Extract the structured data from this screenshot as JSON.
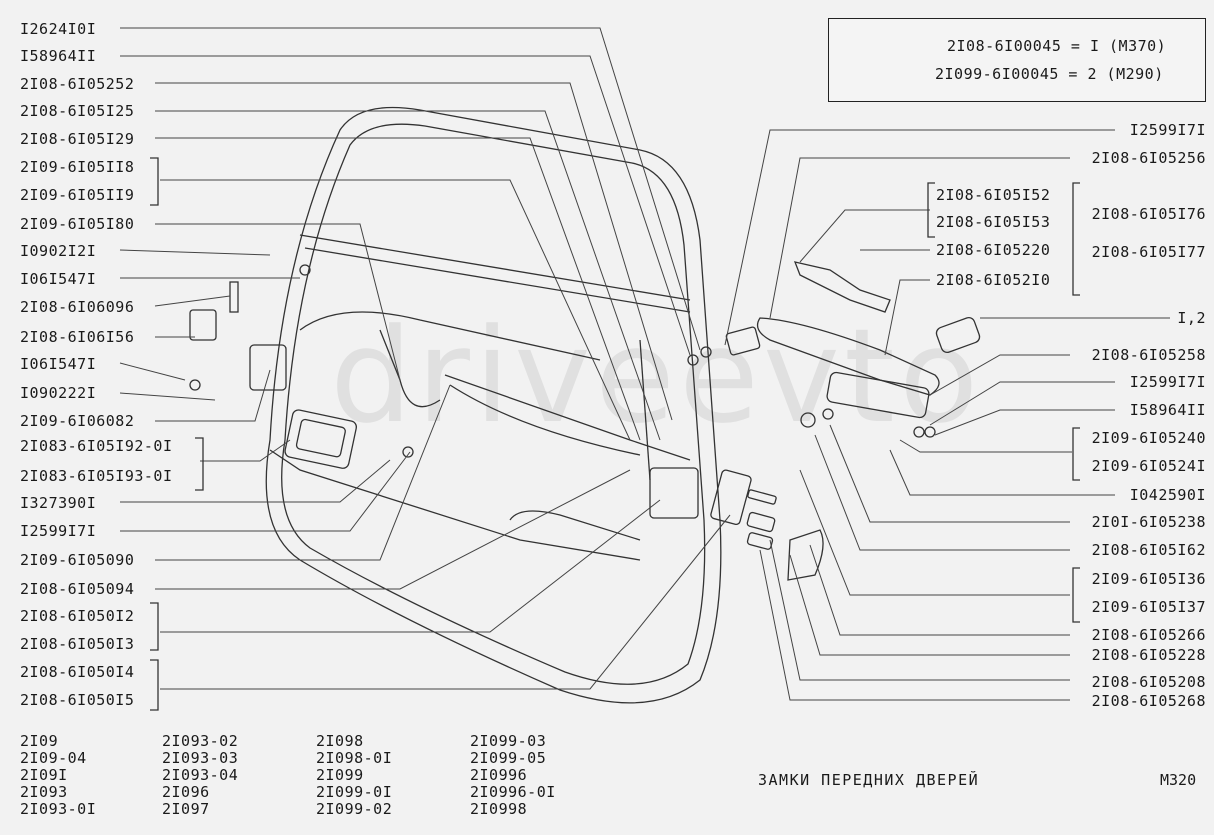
{
  "left_labels": [
    "I2624I0I",
    "I58964II",
    "2I08-6I05252",
    "2I08-6I05I25",
    "2I08-6I05I29",
    "2I09-6I05II8",
    "2I09-6I05II9",
    "2I09-6I05I80",
    "I0902I2I",
    "I06I547I",
    "2I08-6I06096",
    "2I08-6I06I56",
    "I06I547I",
    "I090222I",
    "2I09-6I06082",
    "2I083-6I05I92-0I",
    "2I083-6I05I93-0I",
    "I327390I",
    "I2599I7I",
    "2I09-6I05090",
    "2I08-6I05094",
    "2I08-6I050I2",
    "2I08-6I050I3",
    "2I08-6I050I4",
    "2I08-6I050I5"
  ],
  "right_labels": [
    "I2599I7I",
    "2I08-6I05256",
    "2I08-6I05I76",
    "2I08-6I05I77",
    "I,2",
    "2I08-6I05258",
    "I2599I7I",
    "I58964II",
    "2I09-6I05240",
    "2I09-6I0524I",
    "I042590I",
    "2I0I-6I05238",
    "2I08-6I05I62",
    "2I09-6I05I36",
    "2I09-6I05I37",
    "2I08-6I05266",
    "2I08-6I05228",
    "2I08-6I05208",
    "2I08-6I05268"
  ],
  "middle_labels": [
    "2I08-6I05I52",
    "2I08-6I05I53",
    "2I08-6I05220",
    "2I08-6I052I0"
  ],
  "legend": {
    "line1": "2I08-6I00045 = I (M370)",
    "line2": "2I099-6I00045 = 2 (M290)"
  },
  "models": {
    "col1": [
      "2I09",
      "2I09-04",
      "2I09I",
      "2I093",
      "2I093-0I"
    ],
    "col2": [
      "2I093-02",
      "2I093-03",
      "2I093-04",
      "2I096",
      "2I097"
    ],
    "col3": [
      "2I098",
      "2I098-0I",
      "2I099",
      "2I099-0I",
      "2I099-02"
    ],
    "col4": [
      "2I099-03",
      "2I099-05",
      "2I0996",
      "2I0996-0I",
      "2I0998"
    ]
  },
  "title": "ЗАМКИ ПЕРЕДНИХ ДВЕРЕЙ",
  "page_code": "M320",
  "watermark": "driveevto",
  "colors": {
    "background": "#f2f2f2",
    "ink": "#1a1a1a"
  }
}
